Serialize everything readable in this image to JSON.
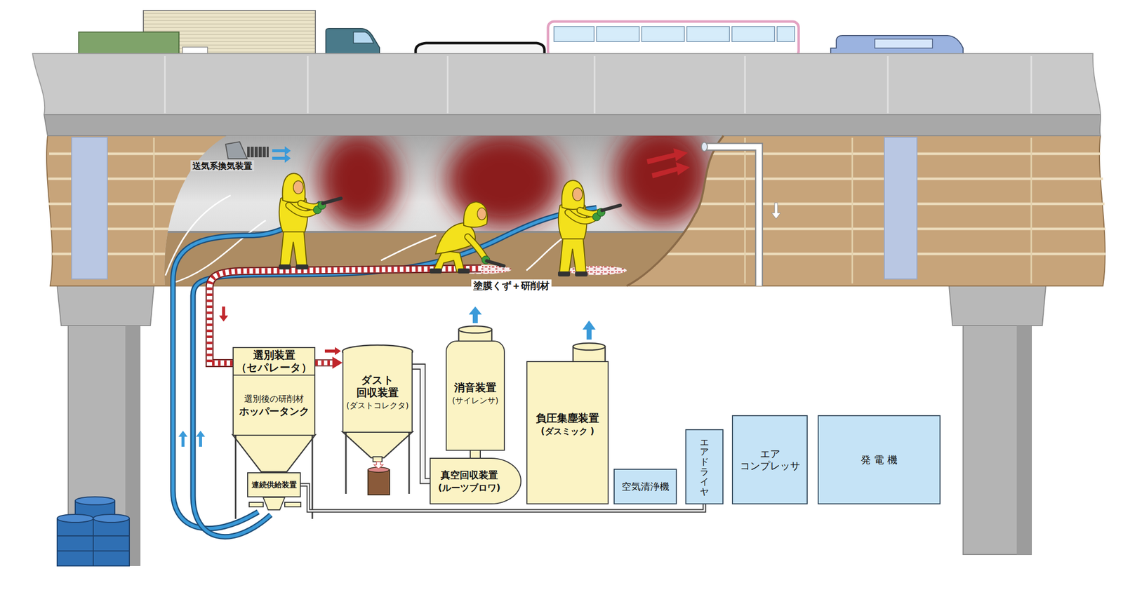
{
  "diagram": {
    "nodes": [
      {
        "text": [
          "選別装置 （セパレータ）"
        ]
      },
      {
        "text": [
          "選別後の研削材",
          "ホッパータンク"
        ]
      },
      {
        "text": [
          "連続供給装置"
        ]
      },
      {
        "text": [
          "ダスト 回収装置",
          "(ダストコレクタ)"
        ]
      },
      {
        "text": [
          "消音装置",
          "(サイレンサ)"
        ]
      },
      {
        "text": [
          "真空回収装置",
          "(ルーツブロワ)"
        ]
      },
      {
        "text": [
          "負圧集塵装置",
          "(ダスミック )"
        ]
      },
      {
        "text": [
          "空気清浄機"
        ]
      },
      {
        "text": [
          "エアドライヤ"
        ]
      },
      {
        "text": [
          "エア コンプレッサ"
        ]
      },
      {
        "text": [
          "発 電 機"
        ]
      }
    ],
    "edges": [
      {
        "from": 0,
        "to": 3,
        "arrow": "to"
      },
      {
        "from": 3,
        "to": 5,
        "arrow": "none"
      },
      {
        "from": 5,
        "to": 4,
        "arrow": "none"
      },
      {
        "from": 8,
        "to": 2,
        "arrow": "none"
      }
    ],
    "labels": [
      "送気系換気装置",
      "塗膜くず＋研削材"
    ]
  }
}
